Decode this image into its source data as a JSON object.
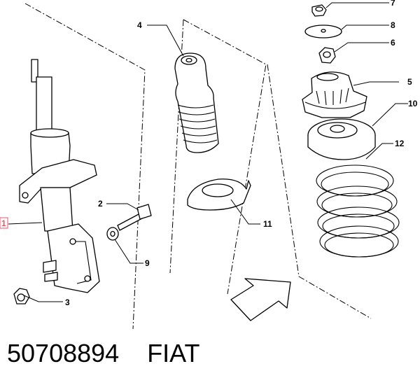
{
  "callouts": [
    {
      "id": "1",
      "label": "1"
    },
    {
      "id": "2",
      "label": "2"
    },
    {
      "id": "3",
      "label": "3"
    },
    {
      "id": "4",
      "label": "4"
    },
    {
      "id": "5",
      "label": "5"
    },
    {
      "id": "6",
      "label": "6"
    },
    {
      "id": "7",
      "label": "7"
    },
    {
      "id": "8",
      "label": "8"
    },
    {
      "id": "9",
      "label": "9"
    },
    {
      "id": "10",
      "label": "10"
    },
    {
      "id": "11",
      "label": "11"
    },
    {
      "id": "12",
      "label": "12"
    }
  ],
  "caption": {
    "part_number": "50708894",
    "brand": "FIAT"
  },
  "colors": {
    "line": "#000000",
    "background": "#ffffff",
    "callout_1_box": "#e05a6a"
  }
}
